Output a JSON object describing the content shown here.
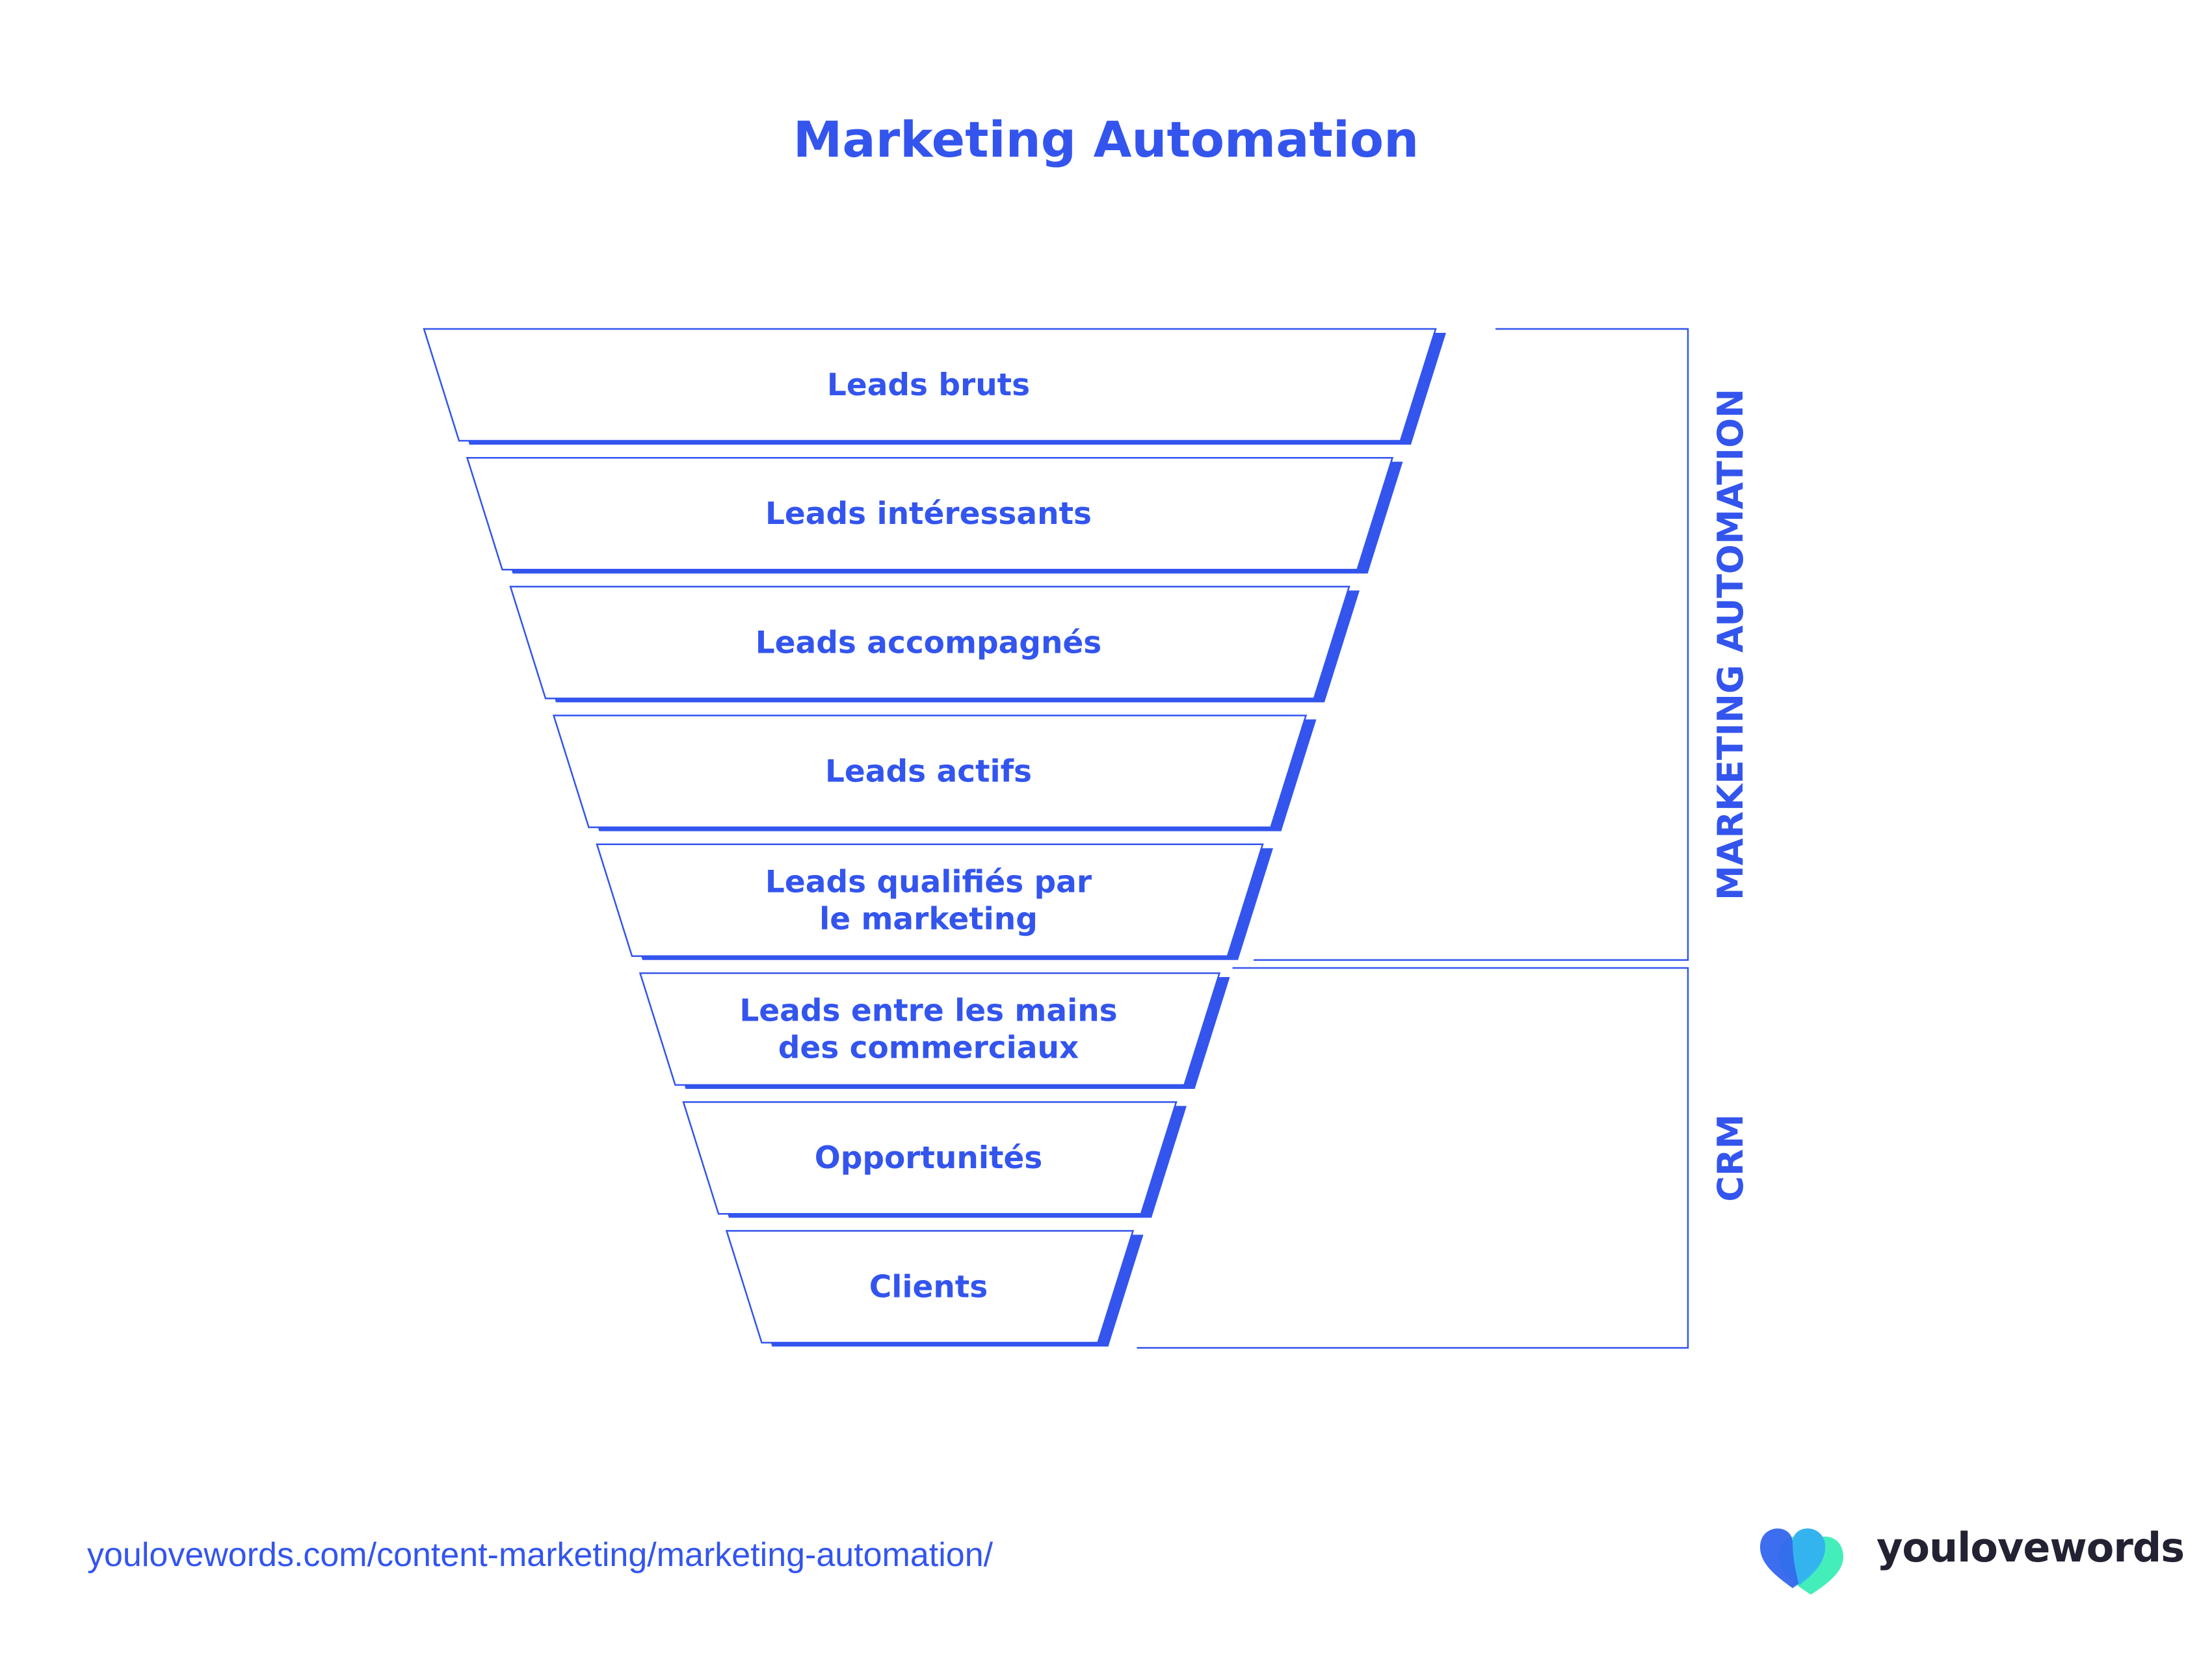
{
  "title": "Marketing Automation",
  "colors": {
    "accent": "#3355EE",
    "outline": "#3355EE",
    "fill": "#ffffff",
    "logo_blue": "#3366EE",
    "logo_cyan": "#33BBEE",
    "logo_teal": "#44EEBB",
    "brand_text": "#222233"
  },
  "funnel": {
    "stages": [
      {
        "lines": [
          "Leads bruts"
        ]
      },
      {
        "lines": [
          "Leads intéressants"
        ]
      },
      {
        "lines": [
          "Leads accompagnés"
        ]
      },
      {
        "lines": [
          "Leads actifs"
        ]
      },
      {
        "lines": [
          "Leads qualifiés par",
          "le marketing"
        ]
      },
      {
        "lines": [
          "Leads entre les mains",
          "des commerciaux"
        ]
      },
      {
        "lines": [
          "Opportunités"
        ]
      },
      {
        "lines": [
          "Clients"
        ]
      }
    ]
  },
  "brackets": [
    {
      "label": "MARKETING AUTOMATION",
      "from_stage": 0,
      "to_stage": 4
    },
    {
      "label": "CRM",
      "from_stage": 5,
      "to_stage": 7
    }
  ],
  "footer": {
    "url": "youlovewords.com/content-marketing/marketing-automation/",
    "brand": "youlovewords",
    "logo_icon": "double-heart-logo-icon"
  }
}
